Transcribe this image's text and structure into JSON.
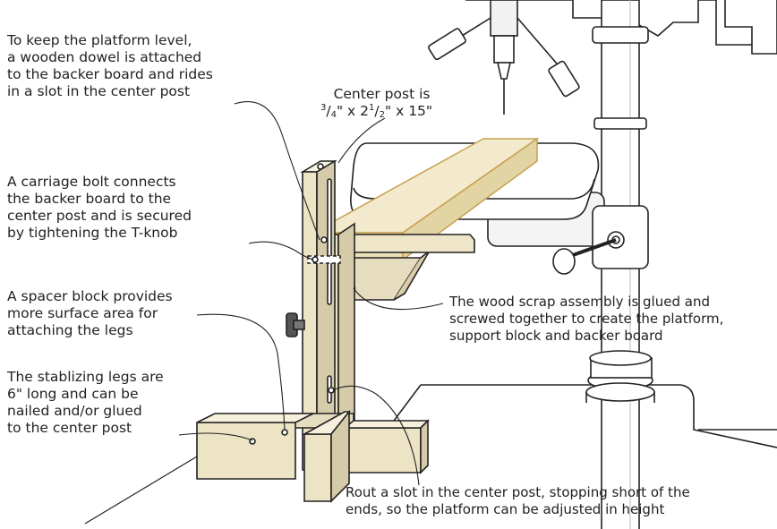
{
  "labels": {
    "dowel": [
      "To keep the platform level,",
      "a wooden dowel is attached",
      "to the backer board and rides",
      "in a slot in the center post"
    ],
    "center_post": {
      "line1": "Center post is",
      "dims": {
        "a_num": "3",
        "a_den": "4",
        "inch": "\"",
        "x": " x ",
        "b_whole": "2",
        "b_num": "1",
        "b_den": "2",
        "c": "15"
      }
    },
    "carriage": [
      "A carriage bolt connects",
      "the backer board to the",
      "center post and is secured",
      "by tightening the T-knob"
    ],
    "spacer": [
      "A spacer block provides",
      "more surface area for",
      "attaching the legs"
    ],
    "legs": [
      "The stablizing legs are",
      "6\" long and can be",
      "nailed and/or glued",
      "to the center post"
    ],
    "scrap": [
      "The wood scrap assembly is glued and",
      "screwed together to create the platform,",
      "support block and backer board"
    ],
    "slot": [
      "Rout a slot in the center post, stopping short of the",
      "ends, so the platform can be adjusted in height"
    ]
  },
  "colors": {
    "wood": "#ece4c8",
    "wood_dark": "#d6cba8",
    "wood_light": "#f6f0dc",
    "platform_outline": "#c8a050",
    "machine": "#ffffff",
    "machine_shade": "#e6e6e6",
    "line": "#222222"
  }
}
